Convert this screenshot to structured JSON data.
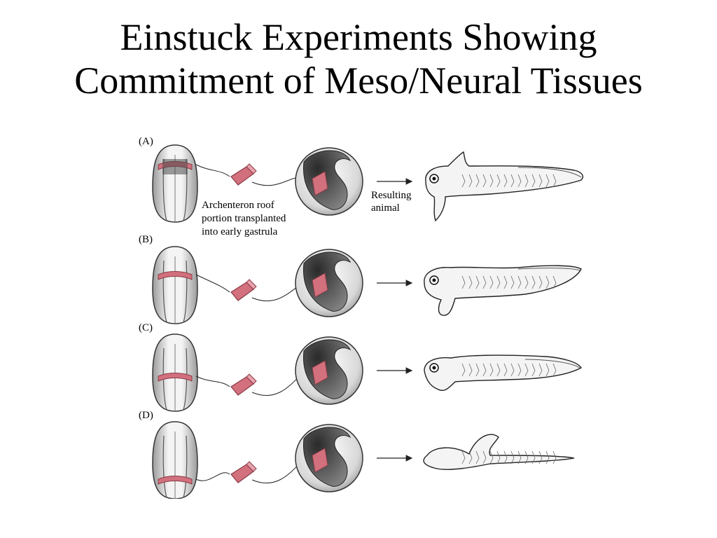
{
  "slide": {
    "title_line1": "Einstuck Experiments Showing",
    "title_line2": "Commitment of Meso/Neural Tissues"
  },
  "figure": {
    "panels": [
      {
        "label": "(A)"
      },
      {
        "label": "(B)"
      },
      {
        "label": "(C)"
      },
      {
        "label": "(D)"
      }
    ],
    "annotation_lines": [
      "Archenteron roof",
      "portion transplanted",
      "into early gastrula"
    ],
    "result_label_lines": [
      "Resulting",
      "animal"
    ],
    "colors": {
      "tissue": "#d2707e",
      "tissue_dark": "#8a3b46",
      "cavity": "#5a5a5a",
      "outline": "#333333"
    }
  }
}
